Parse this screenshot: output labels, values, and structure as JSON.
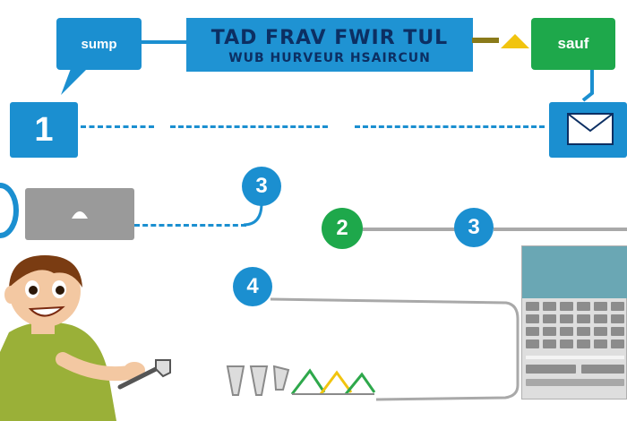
{
  "bubble_left": {
    "label": "sump"
  },
  "title": {
    "line1": "TAD FRAV FWIR TUL",
    "line2": "WUB HURVEUR HSAIRCUN"
  },
  "bubble_right": {
    "label": "sauf"
  },
  "steps": [
    {
      "number": "1",
      "color": "#1b8fd0"
    },
    {
      "number": "3",
      "color": "#1b8fd0"
    },
    {
      "number": "2",
      "color": "#1ea84b"
    },
    {
      "number": "3",
      "color": "#1b8fd0"
    },
    {
      "number": "4",
      "color": "#1b8fd0"
    }
  ],
  "colors": {
    "accent_blue": "#1b8fd0",
    "accent_green": "#1ea84b",
    "title_text": "#0c2f63",
    "line_gray": "#a9a9a9"
  },
  "icons": [
    "envelope-icon",
    "laptop-icon",
    "keyboard-icon",
    "person-icon",
    "wrench-icon"
  ]
}
